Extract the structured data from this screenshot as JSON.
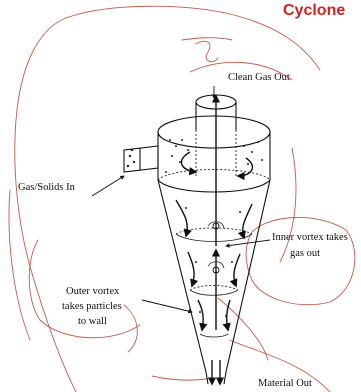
{
  "title": "Cyclone",
  "labels": {
    "clean_gas_out": "Clean Gas Out",
    "gas_solids_in": "Gas/Solids In",
    "inner_vortex_line1": "Inner vortex takes",
    "inner_vortex_line2": "gas out",
    "outer_vortex_line1": "Outer vortex",
    "outer_vortex_line2": "takes particles",
    "outer_vortex_line3": "to wall",
    "material_out": "Material Out"
  },
  "colors": {
    "title": "#d2231f",
    "annotation_ink": "#c0392b",
    "drawing": "#111111",
    "background": "#ffffff"
  }
}
